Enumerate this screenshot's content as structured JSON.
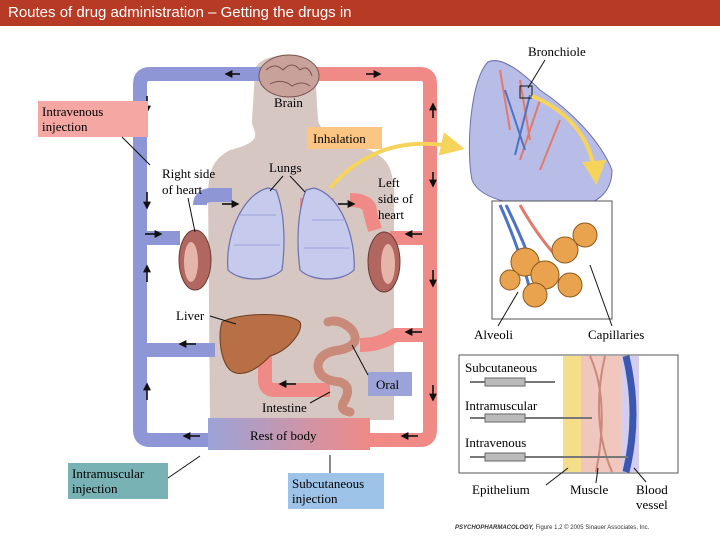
{
  "title": "Routes of drug administration – Getting the drugs in",
  "labels": {
    "brain": "Brain",
    "lungs": "Lungs",
    "right_heart": [
      "Right side",
      "of heart"
    ],
    "left_heart": [
      "Left",
      "side of",
      "heart"
    ],
    "liver": "Liver",
    "intestine": "Intestine",
    "rest_of_body": "Rest of body",
    "bronchiole": "Bronchiole",
    "alveoli": "Alveoli",
    "capillaries": "Capillaries",
    "epithelium": "Epithelium",
    "muscle": "Muscle",
    "blood_vessel": [
      "Blood",
      "vessel"
    ]
  },
  "routes": {
    "intravenous": [
      "Intravenous",
      "injection"
    ],
    "inhalation": "Inhalation",
    "oral": "Oral",
    "intramuscular": [
      "Intramuscular",
      "injection"
    ],
    "subcutaneous": [
      "Subcutaneous",
      "injection"
    ]
  },
  "injection_inset": {
    "subcutaneous": "Subcutaneous",
    "intramuscular": "Intramuscular",
    "intravenous": "Intravenous"
  },
  "caption": {
    "book": "PSYCHOPHARMACOLOGY,",
    "figure": "Figure 1.2",
    "copyright": "© 2005 Sinauer Associates, Inc."
  },
  "colors": {
    "title_bar": "#b73a24",
    "venous": "#8e96d6",
    "arterial": "#f08a86",
    "intravenous_box": "#f4a7a3",
    "inhalation_box": "#fbc684",
    "oral_box": "#9ca3d8",
    "intramuscular_box": "#79b2b4",
    "subcutaneous_box": "#9ec3e8",
    "body_silhouette": "#cfbdb9"
  }
}
